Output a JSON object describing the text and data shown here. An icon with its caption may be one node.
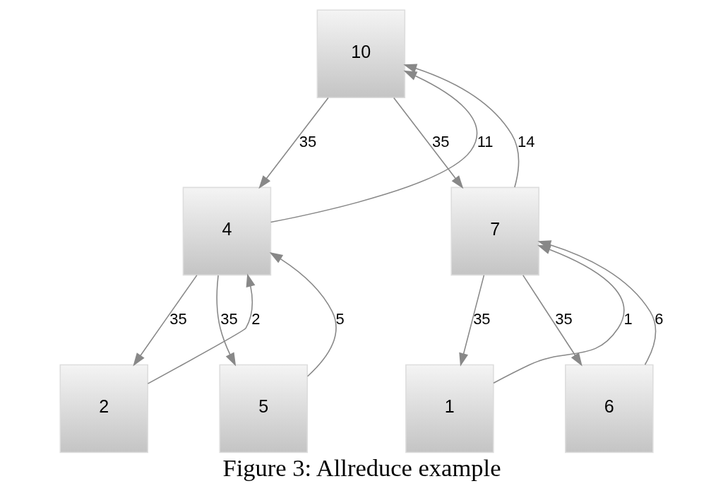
{
  "diagram": {
    "caption": "Figure 3: Allreduce example",
    "nodes": [
      {
        "text": [
          "10"
        ]
      },
      {
        "text": [
          "4"
        ]
      },
      {
        "text": [
          "7"
        ]
      },
      {
        "text": [
          "2"
        ]
      },
      {
        "text": [
          "5"
        ]
      },
      {
        "text": [
          "1"
        ]
      },
      {
        "text": [
          "6"
        ]
      }
    ],
    "edges": [
      {
        "from": 1,
        "to": 0,
        "arrow": "to",
        "label": "11"
      },
      {
        "from": 0,
        "to": 1,
        "arrow": "to",
        "label": "35"
      },
      {
        "from": 0,
        "to": 2,
        "arrow": "to",
        "label": "35"
      },
      {
        "from": 2,
        "to": 0,
        "arrow": "to",
        "label": "14"
      },
      {
        "from": 1,
        "to": 3,
        "arrow": "to",
        "label": "35"
      },
      {
        "from": 3,
        "to": 1,
        "arrow": "to",
        "label": "2"
      },
      {
        "from": 4,
        "to": 1,
        "arrow": "to",
        "label": "5"
      },
      {
        "from": 1,
        "to": 4,
        "arrow": "to",
        "label": "35"
      },
      {
        "from": 2,
        "to": 5,
        "arrow": "to",
        "label": "35"
      },
      {
        "from": 5,
        "to": 2,
        "arrow": "to",
        "label": "1"
      },
      {
        "from": 6,
        "to": 2,
        "arrow": "to",
        "label": "6"
      },
      {
        "from": 2,
        "to": 6,
        "arrow": "to",
        "label": "35"
      }
    ]
  }
}
